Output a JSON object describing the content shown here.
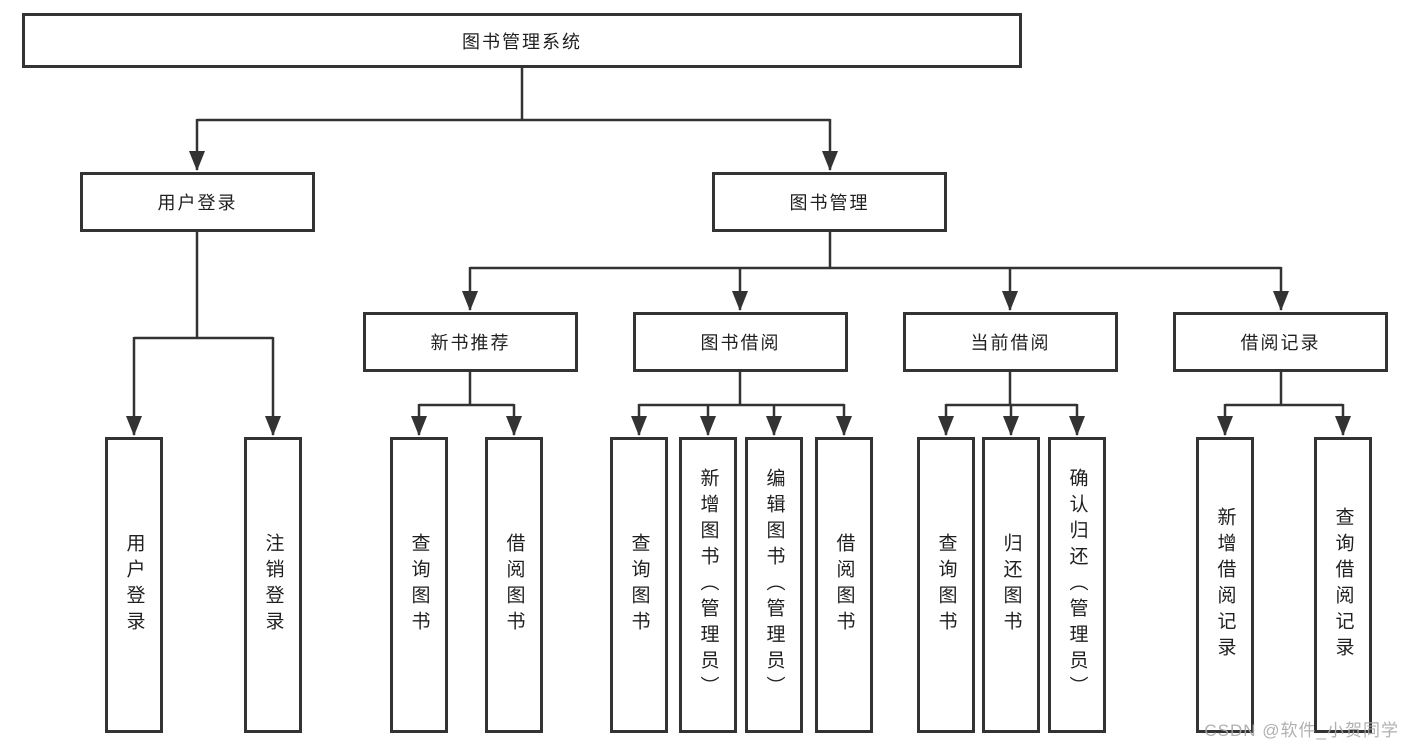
{
  "colors": {
    "line": "#333333",
    "box_border": "#333333",
    "text": "#1f1f1f",
    "background": "#ffffff",
    "watermark": "#a8a8a8"
  },
  "watermark": {
    "text": "CSDN @软件_小贺同学"
  },
  "tree": {
    "root": {
      "label": "图书管理系统"
    },
    "branches": [
      {
        "label": "用户登录",
        "children": [
          {
            "label": "用户登录"
          },
          {
            "label": "注销登录"
          }
        ]
      },
      {
        "label": "图书管理",
        "children": [
          {
            "label": "新书推荐",
            "children": [
              {
                "label": "查询图书"
              },
              {
                "label": "借阅图书"
              }
            ]
          },
          {
            "label": "图书借阅",
            "children": [
              {
                "label": "查询图书"
              },
              {
                "label": "新增图书（管理员）"
              },
              {
                "label": "编辑图书（管理员）"
              },
              {
                "label": "借阅图书"
              }
            ]
          },
          {
            "label": "当前借阅",
            "children": [
              {
                "label": "查询图书"
              },
              {
                "label": "归还图书"
              },
              {
                "label": "确认归还（管理员）"
              }
            ]
          },
          {
            "label": "借阅记录",
            "children": [
              {
                "label": "新增借阅记录"
              },
              {
                "label": "查询借阅记录"
              }
            ]
          }
        ]
      }
    ]
  }
}
